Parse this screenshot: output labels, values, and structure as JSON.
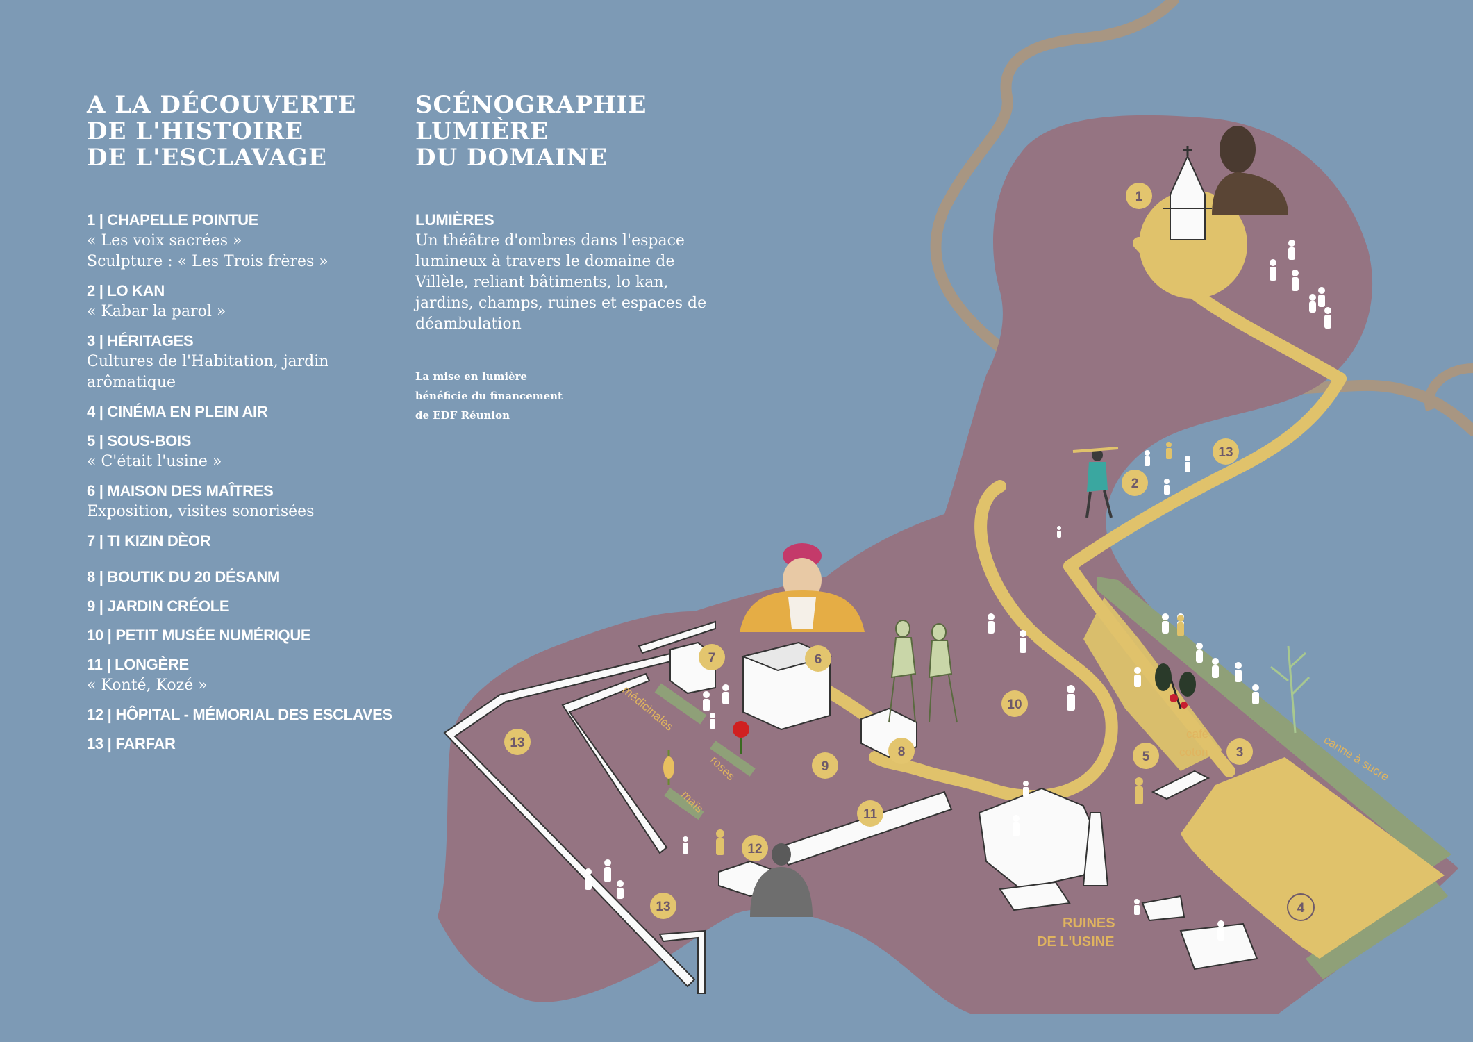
{
  "headings": {
    "left": [
      "A LA DÉCOUVERTE",
      "DE L'HISTOIRE",
      "DE L'ESCLAVAGE"
    ],
    "right": [
      "SCÉNOGRAPHIE",
      "LUMIÈRE",
      "DU DOMAINE"
    ]
  },
  "legend": [
    {
      "title": "1 | CHAPELLE POINTUE",
      "desc": [
        "« Les voix sacrées »",
        "Sculpture :  « Les Trois frères »"
      ]
    },
    {
      "title": "2 | LO KAN",
      "desc": [
        "« Kabar la parol »"
      ]
    },
    {
      "title": "3 | HÉRITAGES",
      "desc": [
        "Cultures de l'Habitation, jardin",
        "arômatique"
      ]
    },
    {
      "title": "4 | CINÉMA EN PLEIN AIR",
      "desc": []
    },
    {
      "title": "5 | SOUS-BOIS",
      "desc": [
        "« C'était l'usine »"
      ]
    },
    {
      "title": "6 | MAISON DES MAÎTRES",
      "desc": [
        "Exposition, visites sonorisées"
      ]
    },
    {
      "title": "7 | TI KIZIN DÈOR",
      "desc": []
    },
    {
      "title": "8 | BOUTIK DU 20 DÉSANM",
      "desc": []
    },
    {
      "title": "9 | JARDIN CRÉOLE",
      "desc": []
    },
    {
      "title": "10 | PETIT MUSÉE NUMÉRIQUE",
      "desc": []
    },
    {
      "title": "11 | LONGÈRE",
      "desc": [
        "« Konté, Kozé »"
      ]
    },
    {
      "title": "12 | HÔPITAL - MÉMORIAL DES ESCLAVES",
      "desc": []
    },
    {
      "title": "13 | FARFAR",
      "desc": []
    }
  ],
  "lumieres": {
    "title": "LUMIÈRES",
    "body": [
      "Un théâtre d'ombres dans l'espace",
      "lumineux à travers le domaine de",
      "Villèle, reliant bâtiments, lo kan,",
      "jardins, champs, ruines et espaces de",
      "déambulation"
    ],
    "note": [
      "La mise en lumière",
      "bénéficie du financement",
      "de EDF Réunion"
    ]
  },
  "map_labels": {
    "medicinales": "médicinales",
    "roses": "roses",
    "mais": "maïs",
    "cafe": "café",
    "coton": "coton",
    "canne": "canne à sucre",
    "ruines_1": "RUINES",
    "ruines_2": "DE L'USINE"
  },
  "markers": [
    {
      "number": "1"
    },
    {
      "number": "2"
    },
    {
      "number": "3"
    },
    {
      "number": "4"
    },
    {
      "number": "5"
    },
    {
      "number": "6"
    },
    {
      "number": "7"
    },
    {
      "number": "8"
    },
    {
      "number": "9"
    },
    {
      "number": "10"
    },
    {
      "number": "11"
    },
    {
      "number": "12"
    },
    {
      "number": "13"
    },
    {
      "number": "13"
    },
    {
      "number": "13"
    }
  ],
  "colors": {
    "background": "#7d9ab5",
    "terrain": "#957482",
    "path": "#e0c26b",
    "field_green": "#8fa078",
    "river": "#a89682",
    "marker_fill": "#e3c56e",
    "marker_text": "#6e5a6a",
    "label_gold": "#e0b45f",
    "text": "#ffffff"
  },
  "icons": [
    "chapel-icon",
    "bust-sculpture-icon",
    "portrait-bust-icon",
    "dancers-icon",
    "torso-statue-icon",
    "flower-icon",
    "plant-icon",
    "person-icon"
  ]
}
